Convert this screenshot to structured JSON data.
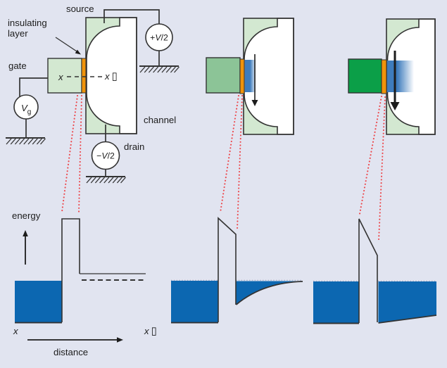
{
  "figure": {
    "type": "spin-transistor-schematic",
    "left_device": {
      "source_label": "source",
      "insulating_layer_label_line1": "insulating",
      "insulating_layer_label_line2": "layer",
      "gate_label": "gate",
      "channel_label": "channel",
      "drain_label": "drain",
      "top_voltage": {
        "sign": "+",
        "symbol": "V",
        "denom": "/2"
      },
      "bottom_voltage": {
        "sign": "−",
        "symbol": "V",
        "denom": "/2"
      },
      "gate_voltage": {
        "symbol": "V",
        "subscript": "g"
      },
      "x_gate_label": "x",
      "x_channel_label": "x",
      "x_channel_box": "▯"
    },
    "energy_plot": {
      "y_axis_label": "energy",
      "x_axis_label": "distance",
      "x_left_label": "x",
      "x_right_label": "x",
      "x_right_box": "▯"
    },
    "colors": {
      "background": "#e1e4f0",
      "source_drain_green": "#d3e8d1",
      "gate_green_left": "#d3e8d1",
      "gate_green_middle": "#8cc497",
      "gate_green_right": "#0b9f48",
      "insulator_orange": "#f0930a",
      "electron_blue": "#0c67b1",
      "accumulation_blue": "#3e7cbd",
      "marker_red": "#ed474b",
      "outline_dark": "#333333"
    }
  }
}
